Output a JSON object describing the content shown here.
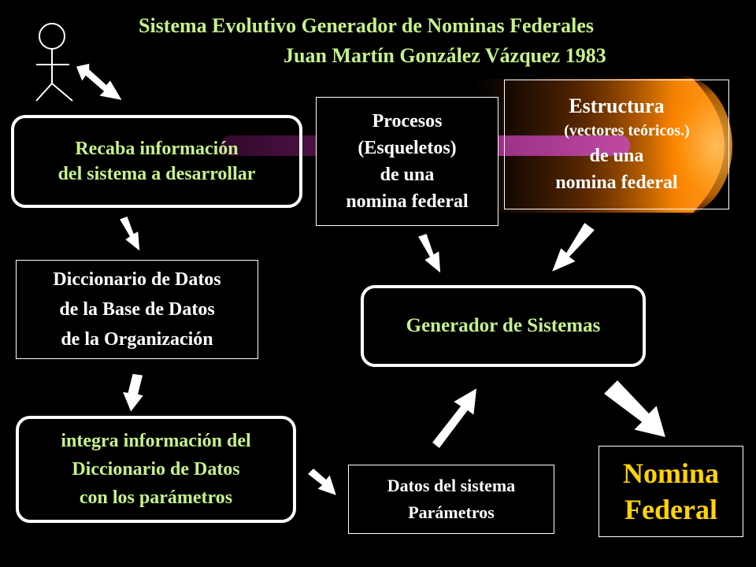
{
  "title": {
    "line1": "Sistema Evolutivo Generador de Nominas Federales",
    "line2": "Juan Martín González Vázquez    1983"
  },
  "boxes": {
    "recaba": {
      "line1": "Recaba información",
      "line2": "del sistema a desarrollar"
    },
    "diccionario": {
      "line1": "Diccionario de Datos",
      "line2": "de la Base de Datos",
      "line3": "de la Organización"
    },
    "integra": {
      "line1": "integra información del",
      "line2": "Diccionario de Datos",
      "line3": "con los parámetros"
    },
    "procesos": {
      "line1": "Procesos",
      "line2": "(Esqueletos)",
      "line3": "de una",
      "line4": "nomina federal"
    },
    "estructura": {
      "line1": "Estructura",
      "line2": "(vectores teóricos.)",
      "line3": "de una",
      "line4": "nomina federal"
    },
    "generador": {
      "label": "Generador de Sistemas"
    },
    "datos": {
      "line1": "Datos del sistema",
      "line2": "Parámetros"
    },
    "nomina": {
      "line1": "Nomina",
      "line2": "Federal"
    }
  },
  "colors": {
    "background": "#000000",
    "title": "#c6f28a",
    "text_green": "#c6f28a",
    "text_white": "#ffffff",
    "output_text": "#ffd400",
    "glow": "#ff8a00",
    "band": "#8a2a78"
  },
  "icons": {
    "actor": "stick-figure-actor-icon",
    "arrows": "block-arrow-icon"
  }
}
